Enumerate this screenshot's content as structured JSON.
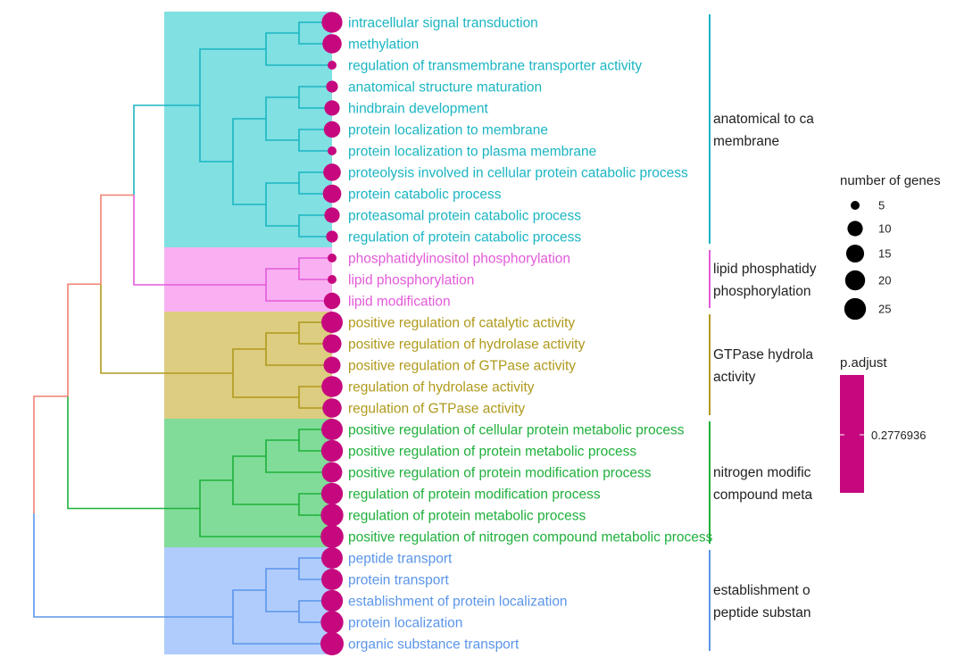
{
  "chart_data": {
    "type": "treeplot",
    "terms": [
      {
        "label": "intracellular signal transduction",
        "cluster": 0,
        "size": 22
      },
      {
        "label": "methylation",
        "cluster": 0,
        "size": 18
      },
      {
        "label": "regulation of transmembrane transporter activity",
        "cluster": 0,
        "size": 5
      },
      {
        "label": "anatomical structure maturation",
        "cluster": 0,
        "size": 6
      },
      {
        "label": "hindbrain development",
        "cluster": 0,
        "size": 10
      },
      {
        "label": "protein localization to membrane",
        "cluster": 0,
        "size": 12
      },
      {
        "label": "protein localization to plasma membrane",
        "cluster": 0,
        "size": 5
      },
      {
        "label": "proteolysis involved in cellular protein catabolic process",
        "cluster": 0,
        "size": 14
      },
      {
        "label": "protein catabolic process",
        "cluster": 0,
        "size": 16
      },
      {
        "label": "proteasomal protein catabolic process",
        "cluster": 0,
        "size": 10
      },
      {
        "label": "regulation of protein catabolic process",
        "cluster": 0,
        "size": 6
      },
      {
        "label": "phosphatidylinositol phosphorylation",
        "cluster": 1,
        "size": 5
      },
      {
        "label": "lipid phosphorylation",
        "cluster": 1,
        "size": 5
      },
      {
        "label": "lipid modification",
        "cluster": 1,
        "size": 12
      },
      {
        "label": "positive regulation of catalytic activity",
        "cluster": 2,
        "size": 24
      },
      {
        "label": "positive regulation of hydrolase activity",
        "cluster": 2,
        "size": 17
      },
      {
        "label": "positive regulation of GTPase activity",
        "cluster": 2,
        "size": 13
      },
      {
        "label": "regulation of hydrolase activity",
        "cluster": 2,
        "size": 23
      },
      {
        "label": "regulation of GTPase activity",
        "cluster": 2,
        "size": 18
      },
      {
        "label": "positive regulation of cellular protein metabolic process",
        "cluster": 3,
        "size": 24
      },
      {
        "label": "positive regulation of protein metabolic process",
        "cluster": 3,
        "size": 25
      },
      {
        "label": "positive regulation of protein modification process",
        "cluster": 3,
        "size": 21
      },
      {
        "label": "regulation of protein modification process",
        "cluster": 3,
        "size": 25
      },
      {
        "label": "regulation of protein metabolic process",
        "cluster": 3,
        "size": 28
      },
      {
        "label": "positive regulation of nitrogen compound metabolic process",
        "cluster": 3,
        "size": 29
      },
      {
        "label": "peptide transport",
        "cluster": 4,
        "size": 24
      },
      {
        "label": "protein transport",
        "cluster": 4,
        "size": 24
      },
      {
        "label": "establishment of protein localization",
        "cluster": 4,
        "size": 25
      },
      {
        "label": "protein localization",
        "cluster": 4,
        "size": 28
      },
      {
        "label": "organic substance transport",
        "cluster": 4,
        "size": 30
      }
    ],
    "clusters": [
      {
        "label_lines": [
          "anatomical to ca",
          "membrane"
        ],
        "text_color": "#1ab5c2",
        "shade_color": "#80e0e2",
        "line_color": "#1ab5c2"
      },
      {
        "label_lines": [
          "lipid phosphatidy",
          "phosphorylation"
        ],
        "text_color": "#e35ad9",
        "shade_color": "#f9b0f2",
        "line_color": "#e35ad9"
      },
      {
        "label_lines": [
          "GTPase hydrola",
          "activity"
        ],
        "text_color": "#b09a1c",
        "shade_color": "#dccd80",
        "line_color": "#b09a1c"
      },
      {
        "label_lines": [
          "nitrogen modific",
          "compound meta"
        ],
        "text_color": "#1fb03c",
        "shade_color": "#80dc98",
        "line_color": "#1fb03c"
      },
      {
        "label_lines": [
          "establishment o",
          "peptide substan"
        ],
        "text_color": "#5b95ea",
        "shade_color": "#b0ccfc",
        "line_color": "#5b95ea"
      }
    ],
    "dendrogram": {
      "top": [
        [
          [
            0,
            1
          ],
          2
        ],
        [
          [
            [
              3,
              4
            ],
            [
              5,
              6
            ]
          ],
          [
            [
              7,
              8
            ],
            [
              9,
              10
            ]
          ]
        ]
      ],
      "lipid": [
        [
          11,
          12
        ],
        13
      ],
      "gtpase": [
        [
          [
            14,
            15
          ],
          16
        ],
        [
          17,
          18
        ]
      ],
      "nitrogen": [
        [
          [
            [
              19,
              20
            ],
            21
          ],
          [
            22,
            23
          ]
        ],
        24
      ],
      "transport": [
        [
          [
            25,
            26
          ],
          [
            27,
            28
          ]
        ],
        29
      ],
      "merge_color_upper": "#f08070",
      "merge_color_lower": "#5b95ea"
    },
    "point_color": "#c6087f",
    "legend_size": {
      "title": "number of genes",
      "breaks": [
        5,
        10,
        15,
        20,
        25
      ]
    },
    "legend_color": {
      "title": "p.adjust",
      "tick_label": "0.2776936",
      "color": "#c6087f"
    }
  }
}
